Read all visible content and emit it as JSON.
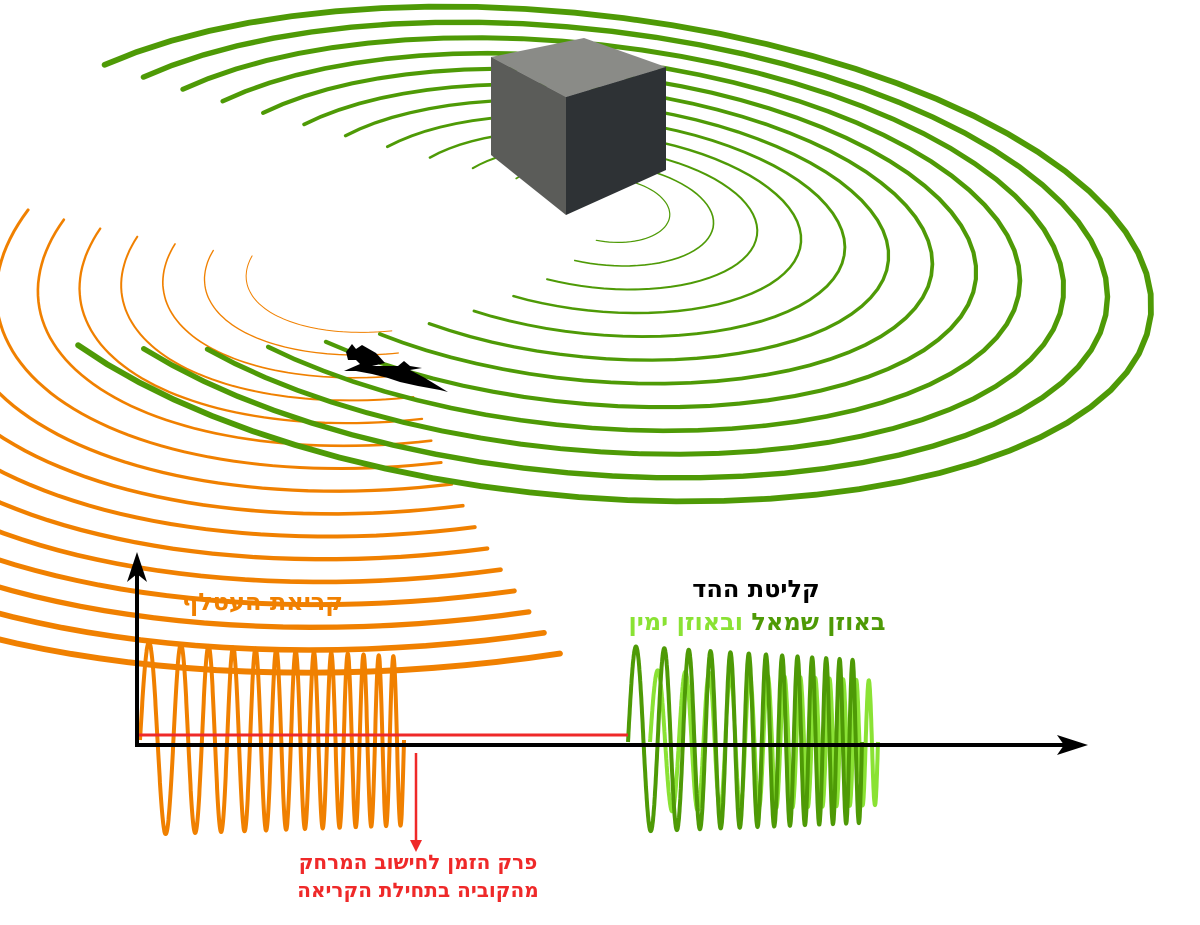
{
  "title": "Bat echolocation diagram",
  "colors": {
    "call_orange": "#f08000",
    "echo_dark_green": "#4e9a06",
    "echo_light_green": "#8ae234",
    "time_gap_red": "#ef2929",
    "axis_black": "#000000",
    "cube_top": "#8a8b87",
    "cube_left": "#5b5c59",
    "cube_right": "#2e3235"
  },
  "scene": {
    "object": "cube",
    "emitter": "bat",
    "call_wavefronts": 16,
    "echo_wavefronts": 12
  },
  "labels": {
    "bat_call": "קריאת העטלף",
    "echo_title": "קליטת ההד",
    "echo_left_ear": "באוזן שמאל",
    "echo_joiner": " ו",
    "echo_right_ear": "באוזן ימין",
    "gap_line1": "פרק הזמן לחישוב המרחק",
    "gap_line2": "מהקוביה בתחילת הקריאה"
  },
  "signals": {
    "bat_call": {
      "cycles": 13,
      "color_key": "call_orange"
    },
    "echo_left": {
      "cycles": 13,
      "color_key": "echo_dark_green"
    },
    "echo_right": {
      "cycles": 13,
      "color_key": "echo_light_green"
    }
  }
}
